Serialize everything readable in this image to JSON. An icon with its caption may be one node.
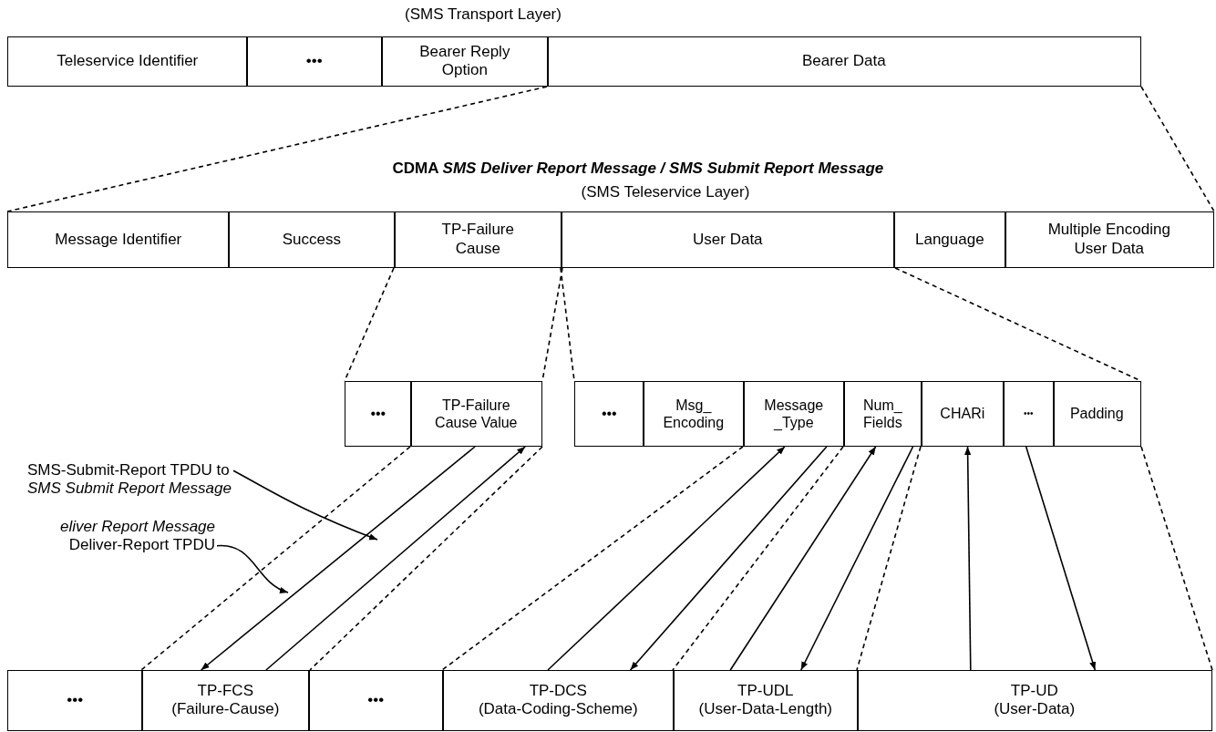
{
  "diagram": {
    "nodes": [
      {
        "text": [
          "Teleservice Identifier"
        ]
      },
      {
        "text": [
          "•••"
        ]
      },
      {
        "text": [
          "Bearer Reply Option"
        ]
      },
      {
        "text": [
          "Bearer Data"
        ]
      },
      {
        "text": [
          "Message Identifier"
        ]
      },
      {
        "text": [
          "Success"
        ]
      },
      {
        "text": [
          "TP-Failure Cause"
        ]
      },
      {
        "text": [
          "User Data"
        ]
      },
      {
        "text": [
          "Language"
        ]
      },
      {
        "text": [
          "Multiple Encoding User Data"
        ]
      },
      {
        "text": [
          "•••"
        ]
      },
      {
        "text": [
          "TP-Failure Cause Value"
        ]
      },
      {
        "text": [
          "•••"
        ]
      },
      {
        "text": [
          "Msg_ Encoding"
        ]
      },
      {
        "text": [
          "Message _Type"
        ]
      },
      {
        "text": [
          "Num_ Fields"
        ]
      },
      {
        "text": [
          "CHARi"
        ]
      },
      {
        "text": [
          "•••"
        ]
      },
      {
        "text": [
          "Padding"
        ]
      },
      {
        "text": [
          "•••"
        ]
      },
      {
        "text": [
          "TP-FCS (Failure-Cause)"
        ]
      },
      {
        "text": [
          "•••"
        ]
      },
      {
        "text": [
          "TP-DCS (Data-Coding-Scheme)"
        ]
      },
      {
        "text": [
          "TP-UDL (User-Data-Length)"
        ]
      },
      {
        "text": [
          "TP-UD (User-Data)"
        ]
      },
      {
        "text": [
          "SMS-Submit-Report TPDU to *SMS Submit Report Message*"
        ]
      },
      {
        "text": [
          "*eliver Report Message* Deliver-Report TPDU"
        ]
      }
    ],
    "edges": [
      {
        "from": 3,
        "to": 4,
        "arrow": "none",
        "style": "dashed"
      },
      {
        "from": 3,
        "to": 9,
        "arrow": "none",
        "style": "dashed"
      },
      {
        "from": 6,
        "to": 10,
        "arrow": "none",
        "style": "dashed"
      },
      {
        "from": 6,
        "to": 11,
        "arrow": "none",
        "style": "dashed"
      },
      {
        "from": 7,
        "to": 12,
        "arrow": "none",
        "style": "dashed"
      },
      {
        "from": 7,
        "to": 18,
        "arrow": "none",
        "style": "dashed"
      },
      {
        "from": 11,
        "to": 20,
        "arrow": "none",
        "style": "dashed"
      },
      {
        "from": 11,
        "to": 20,
        "arrow": "none",
        "style": "dashed"
      },
      {
        "from": 14,
        "to": 22,
        "arrow": "none",
        "style": "dashed"
      },
      {
        "from": 15,
        "to": 23,
        "arrow": "none",
        "style": "dashed"
      },
      {
        "from": 16,
        "to": 24,
        "arrow": "none",
        "style": "dashed"
      },
      {
        "from": 18,
        "to": 24,
        "arrow": "none",
        "style": "dashed"
      },
      {
        "from": 11,
        "to": 20,
        "arrow": "to"
      },
      {
        "from": 20,
        "to": 11,
        "arrow": "to"
      },
      {
        "from": 22,
        "to": 14,
        "arrow": "to"
      },
      {
        "from": 14,
        "to": 22,
        "arrow": "to"
      },
      {
        "from": 23,
        "to": 15,
        "arrow": "to"
      },
      {
        "from": 15,
        "to": 23,
        "arrow": "to"
      },
      {
        "from": 24,
        "to": 16,
        "arrow": "to"
      },
      {
        "from": 17,
        "to": 24,
        "arrow": "to"
      },
      {
        "from": 25,
        "to": null,
        "arrow": "to"
      },
      {
        "from": 26,
        "to": null,
        "arrow": "to"
      }
    ],
    "labels": [
      "(SMS Transport Layer)",
      "CDMA *SMS Deliver Report Message / SMS Submit Report Message*",
      "(SMS Teleservice Layer)"
    ]
  }
}
